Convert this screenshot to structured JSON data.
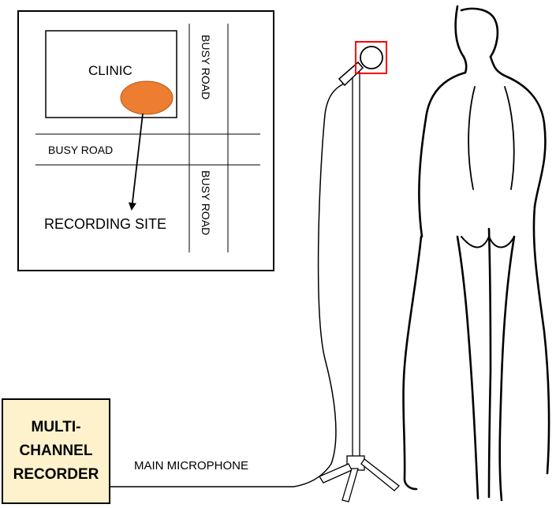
{
  "map": {
    "clinic_label": "CLINIC",
    "road_vertical_top": "BUSY ROAD",
    "road_horizontal": "BUSY ROAD",
    "road_vertical_bottom": "BUSY ROAD",
    "recording_site_label": "RECORDING SITE",
    "site_color": "#ed7d31"
  },
  "recorder": {
    "label": "MULTI-\nCHANNEL\nRECORDER",
    "fill_color": "#fdf2cc"
  },
  "microphone": {
    "label": "MAIN MICROPHONE",
    "highlight_color": "#ff0000"
  }
}
